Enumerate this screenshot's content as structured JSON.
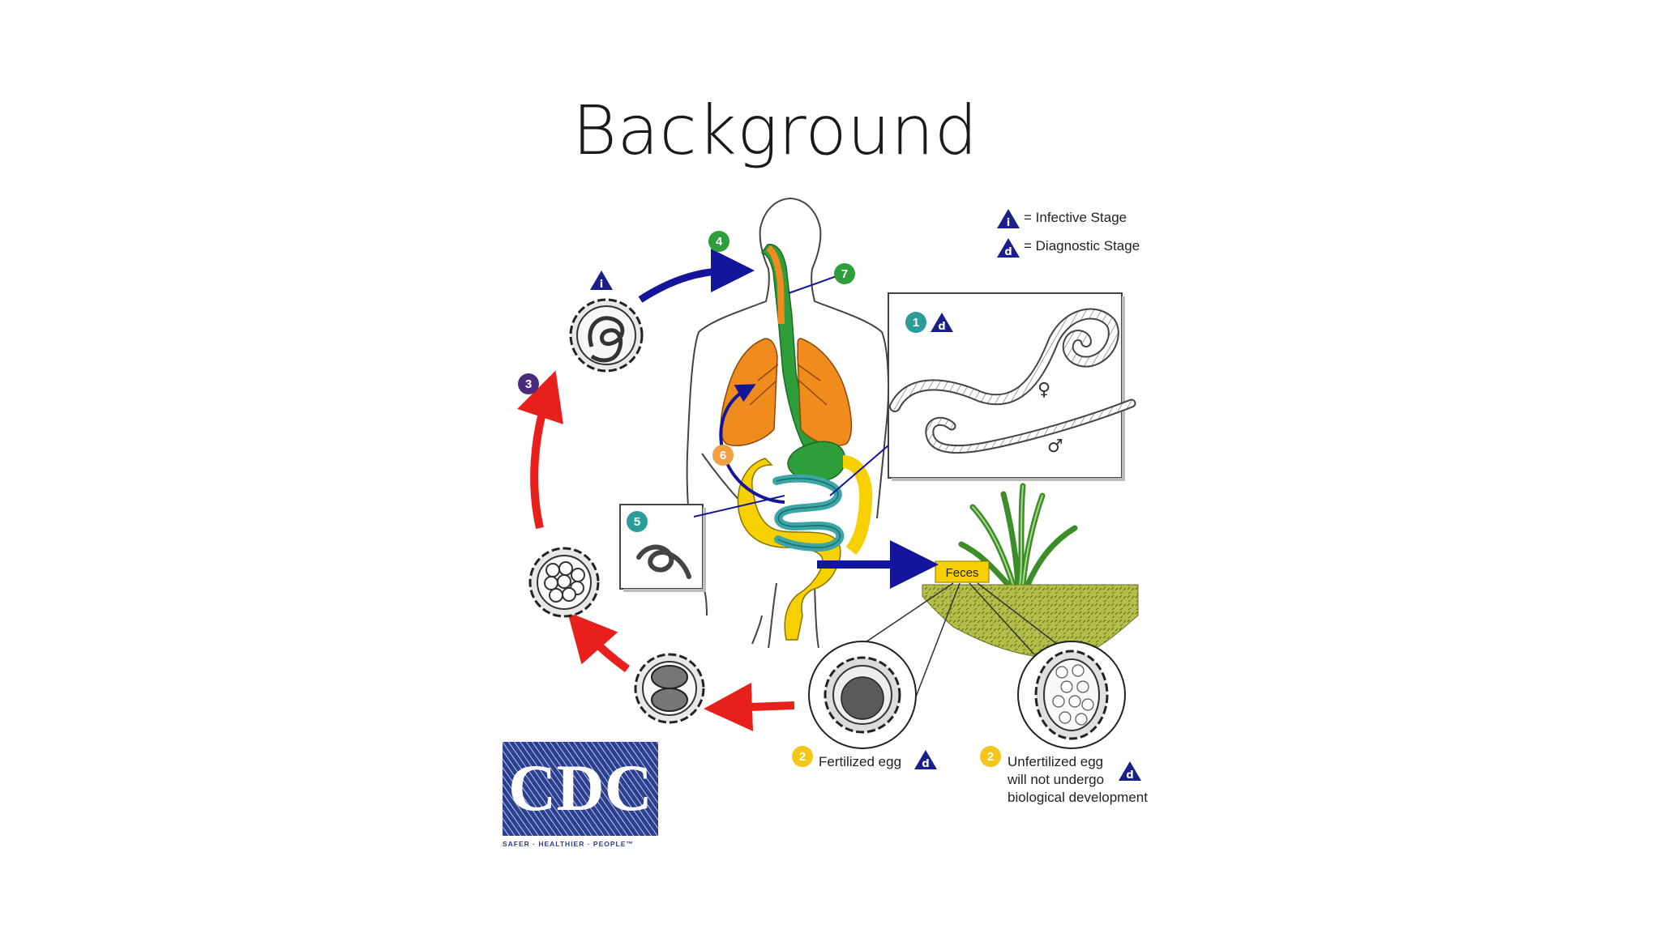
{
  "slide": {
    "title": "Background"
  },
  "legend": {
    "infective": {
      "symbol": "i",
      "label": "= Infective Stage"
    },
    "diagnostic": {
      "symbol": "d",
      "label": "= Diagnostic Stage"
    }
  },
  "stage_numbers": [
    "1",
    "2",
    "3",
    "4",
    "5",
    "6",
    "7"
  ],
  "labels": {
    "feces": "Feces",
    "fertilized_egg": "Fertilized egg",
    "unfertilized_line1": "Unfertilized egg",
    "unfertilized_line2": "will not undergo",
    "unfertilized_line3": "biological development",
    "female_symbol": "♀",
    "male_symbol": "♂"
  },
  "logo": {
    "text": "CDC",
    "tagline": "SAFER · HEALTHIER · PEOPLE™"
  },
  "colors": {
    "infective_blue": "#1a1f8c",
    "cycle_red": "#e8201c",
    "cycle_navy": "#13169a",
    "stage_green": "#2e9e3a",
    "stage_teal": "#2a9c9a",
    "stage_orange": "#f0a040",
    "stage_purple": "#4a2a7a",
    "stage_yellow": "#f5c518",
    "lung_orange": "#f08c1e",
    "gut_teal": "#3aa6a6",
    "gut_yellow": "#f6d000",
    "cdc_blue": "#2a3f8f"
  }
}
